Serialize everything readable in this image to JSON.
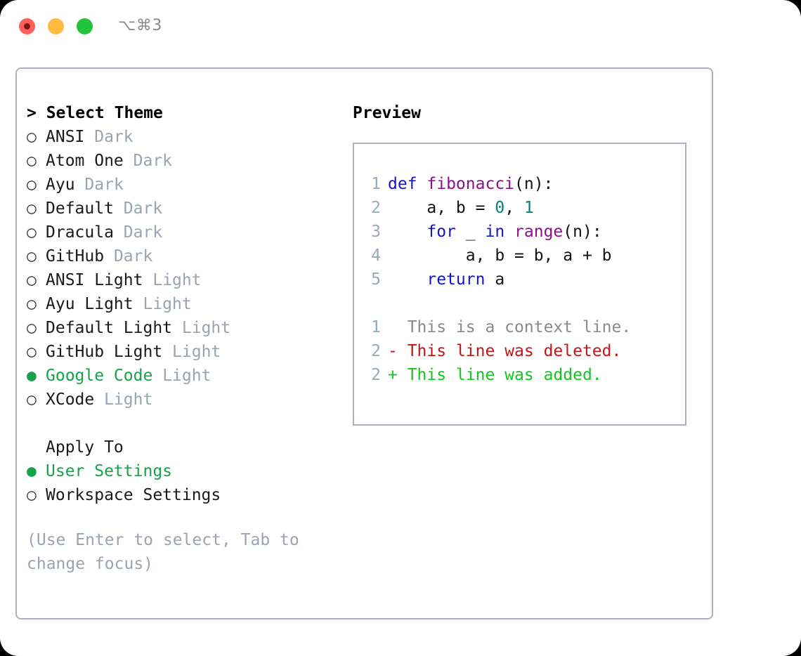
{
  "titlebar": {
    "shortcut": "⌥⌘3",
    "buttons": [
      {
        "name": "close",
        "color": "#fc6058"
      },
      {
        "name": "minimize",
        "color": "#fdbc40"
      },
      {
        "name": "maximize",
        "color": "#22c43b"
      }
    ]
  },
  "theme_picker": {
    "header": "> Select Theme",
    "selected_marker": "●",
    "unselected_marker": "○",
    "items": [
      {
        "marker": "○",
        "name": "ANSI",
        "variant": "Dark",
        "selected": false
      },
      {
        "marker": "○",
        "name": "Atom One",
        "variant": "Dark",
        "selected": false
      },
      {
        "marker": "○",
        "name": "Ayu",
        "variant": "Dark",
        "selected": false
      },
      {
        "marker": "○",
        "name": "Default",
        "variant": "Dark",
        "selected": false
      },
      {
        "marker": "○",
        "name": "Dracula",
        "variant": "Dark",
        "selected": false
      },
      {
        "marker": "○",
        "name": "GitHub",
        "variant": "Dark",
        "selected": false
      },
      {
        "marker": "○",
        "name": "ANSI Light",
        "variant": "Light",
        "selected": false
      },
      {
        "marker": "○",
        "name": "Ayu Light",
        "variant": "Light",
        "selected": false
      },
      {
        "marker": "○",
        "name": "Default Light",
        "variant": "Light",
        "selected": false
      },
      {
        "marker": "○",
        "name": "GitHub Light",
        "variant": "Light",
        "selected": false
      },
      {
        "marker": "●",
        "name": "Google Code",
        "variant": "Light",
        "selected": true
      },
      {
        "marker": "○",
        "name": "XCode",
        "variant": "Light",
        "selected": false
      }
    ]
  },
  "apply_to": {
    "label": "Apply To",
    "options": [
      {
        "marker": "●",
        "name": "User Settings",
        "selected": true
      },
      {
        "marker": "○",
        "name": "Workspace Settings",
        "selected": false
      }
    ]
  },
  "hint": "(Use Enter to select, Tab to change focus)",
  "preview": {
    "title": "Preview",
    "code_lines": [
      {
        "n": "1",
        "tokens": [
          {
            "t": "def ",
            "c": "kw"
          },
          {
            "t": "fibonacci",
            "c": "fn"
          },
          {
            "t": "(n):",
            "c": "plain"
          }
        ]
      },
      {
        "n": "2",
        "tokens": [
          {
            "t": "    a, b = ",
            "c": "plain"
          },
          {
            "t": "0",
            "c": "num"
          },
          {
            "t": ", ",
            "c": "plain"
          },
          {
            "t": "1",
            "c": "num"
          }
        ]
      },
      {
        "n": "3",
        "tokens": [
          {
            "t": "    ",
            "c": "plain"
          },
          {
            "t": "for",
            "c": "kw"
          },
          {
            "t": " _ ",
            "c": "plain"
          },
          {
            "t": "in",
            "c": "kw"
          },
          {
            "t": " ",
            "c": "plain"
          },
          {
            "t": "range",
            "c": "fn"
          },
          {
            "t": "(n):",
            "c": "plain"
          }
        ]
      },
      {
        "n": "4",
        "tokens": [
          {
            "t": "        a, b = b, a + b",
            "c": "plain"
          }
        ]
      },
      {
        "n": "5",
        "tokens": [
          {
            "t": "    ",
            "c": "plain"
          },
          {
            "t": "return",
            "c": "kw"
          },
          {
            "t": " a",
            "c": "plain"
          }
        ]
      }
    ],
    "diff_lines": [
      {
        "n": "1",
        "sign": "  ",
        "text": "This is a context line.",
        "kind": "ctx"
      },
      {
        "n": "2",
        "sign": "- ",
        "text": "This line was deleted.",
        "kind": "del"
      },
      {
        "n": "2",
        "sign": "+ ",
        "text": "This line was added.",
        "kind": "add"
      }
    ]
  },
  "colors": {
    "selected_green": "#17a249",
    "muted_gray": "#9aa3b0",
    "border": "#aab2bf",
    "keyword_blue": "#1414cf",
    "function_purple": "#8c0f8c",
    "number_teal": "#0c7c7c",
    "diff_deleted_red": "#c01616",
    "diff_added_green": "#16c51f",
    "line_number": "#9aa8bb"
  }
}
